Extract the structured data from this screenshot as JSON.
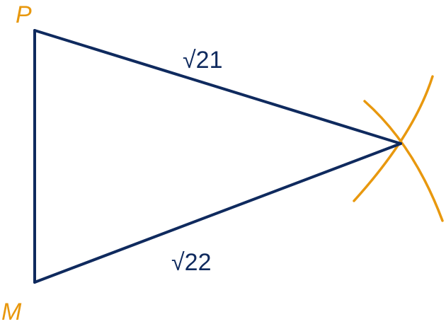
{
  "vertices": {
    "p": {
      "label": "P"
    },
    "m": {
      "label": "M"
    }
  },
  "edges": {
    "top": {
      "label": "√21"
    },
    "bottom": {
      "label": "√22"
    }
  },
  "colors": {
    "triangle": "#0f2a5e",
    "arc": "#e8980e",
    "vertex_label": "#e8980e",
    "edge_label": "#0f2a5e"
  }
}
